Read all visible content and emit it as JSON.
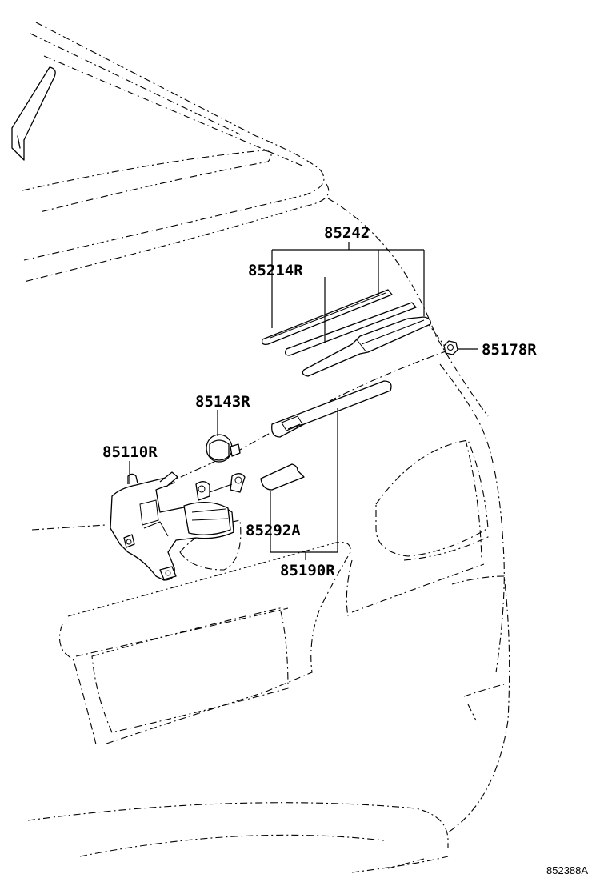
{
  "callouts": {
    "p85242": "85242",
    "p85214R": "85214R",
    "p85178R": "85178R",
    "p85143R": "85143R",
    "p85110R": "85110R",
    "p85292A": "85292A",
    "p85190R": "85190R"
  },
  "figure_ref": "852388A"
}
